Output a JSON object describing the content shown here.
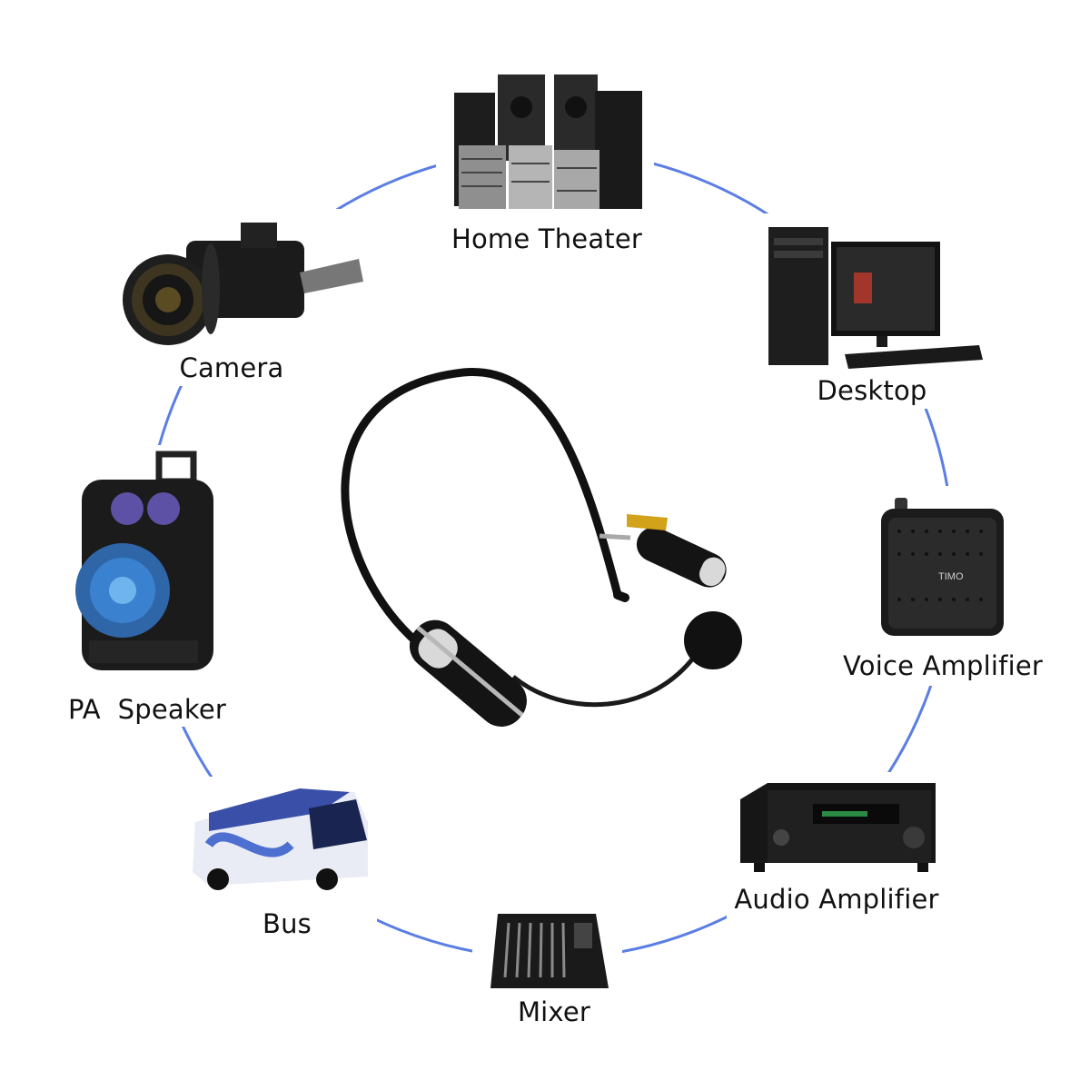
{
  "colors": {
    "ring": "#5b7ee5",
    "device_dark": "#1c1c1c",
    "screen_accent": "#2a8a44"
  },
  "center": {
    "name": "wireless-headset-microphone",
    "icon": "headset-mic-icon"
  },
  "devices": [
    {
      "id": "home-theater",
      "label": "Home Theater",
      "icon": "home-theater-icon"
    },
    {
      "id": "desktop",
      "label": "Desktop",
      "icon": "desktop-computer-icon"
    },
    {
      "id": "voice-amplifier",
      "label": "Voice Amplifier",
      "icon": "voice-amplifier-icon",
      "brand": "TIMO"
    },
    {
      "id": "audio-amplifier",
      "label": "Audio Amplifier",
      "icon": "av-receiver-icon"
    },
    {
      "id": "mixer",
      "label": "Mixer",
      "icon": "mixing-console-icon"
    },
    {
      "id": "bus",
      "label": "Bus",
      "icon": "bus-icon"
    },
    {
      "id": "pa-speaker",
      "label": "PA  Speaker",
      "icon": "pa-speaker-icon"
    },
    {
      "id": "camera",
      "label": "Camera",
      "icon": "camera-icon"
    }
  ]
}
